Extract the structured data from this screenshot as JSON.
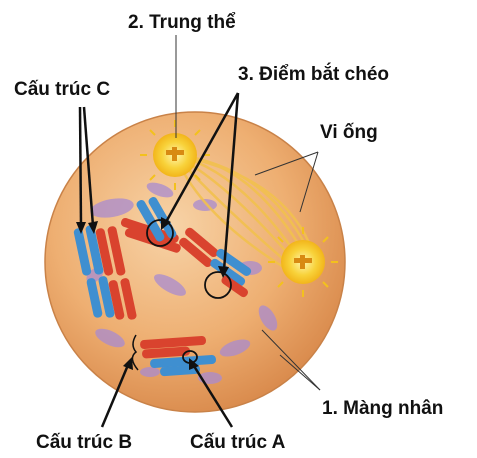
{
  "labels": {
    "trung_the": "2. Trung thể",
    "diem_bat_cheo": "3. Điểm bắt chéo",
    "cau_truc_c": "Cấu trúc C",
    "vi_ong": "Vi ống",
    "mang_nhan": "1. Màng nhân",
    "cau_truc_b": "Cấu trúc B",
    "cau_truc_a": "Cấu trúc A"
  },
  "colors": {
    "cell": "#e9a86c",
    "chromosome_red": "#d9432e",
    "chromosome_blue": "#3f8fd0",
    "centrosome": "#f6c31c",
    "spindle": "#f2c14e",
    "nuclear_fragment": "#a98bd0"
  }
}
